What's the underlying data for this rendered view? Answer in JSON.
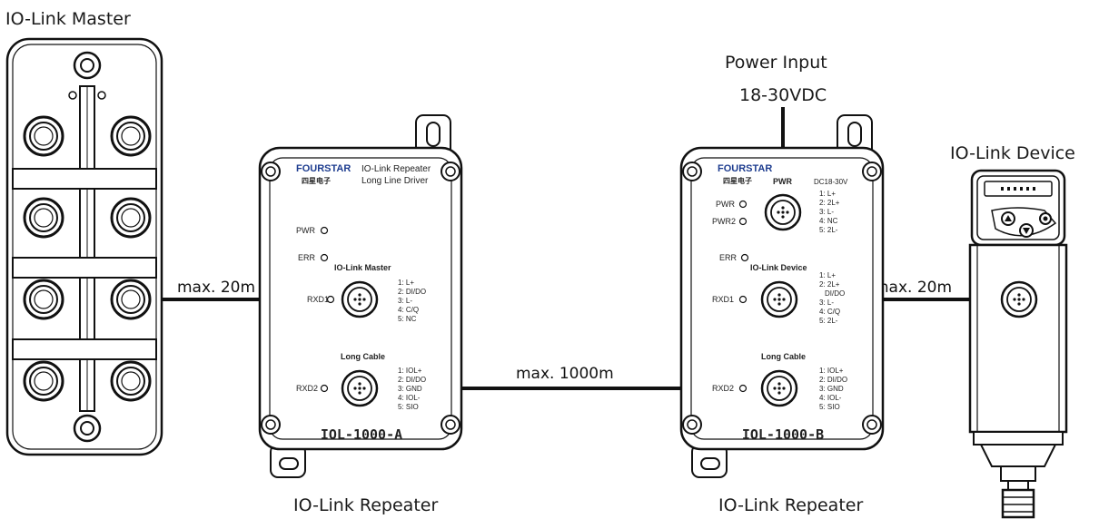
{
  "devices": {
    "master": {
      "caption": "IO-Link Master"
    },
    "repeater_a": {
      "brand": "FOURSTAR",
      "brand_cn": "四星电子",
      "line1": "IO-Link Repeater",
      "line2": "Long Line Driver",
      "led_pwr": "PWR",
      "led_err": "ERR",
      "led_rxd1": "RXD1",
      "led_rxd2": "RXD2",
      "port1_label": "IO-Link Master",
      "port1_pins": [
        "1: L+",
        "2: DI/DO",
        "3: L-",
        "4: C/Q",
        "5: NC"
      ],
      "port2_label": "Long Cable",
      "port2_pins": [
        "1: IOL+",
        "2: DI/DO",
        "3: GND",
        "4: IOL-",
        "5: SIO"
      ],
      "model": "IOL-1000-A",
      "caption": "IO-Link Repeater"
    },
    "repeater_b": {
      "brand": "FOURSTAR",
      "brand_cn": "四星电子",
      "pwr_label": "PWR",
      "dc_label": "DC18-30V",
      "pwr_pins": [
        "1: L+",
        "2: 2L+",
        "3: L-",
        "4: NC",
        "5: 2L-"
      ],
      "led_pwr": "PWR",
      "led_pwr2": "PWR2",
      "led_err": "ERR",
      "led_rxd1": "RXD1",
      "led_rxd2": "RXD2",
      "port1_label": "IO-Link Device",
      "port1_pins": [
        "1: L+",
        "2: 2L+",
        "DI/DO",
        "3: L-",
        "4: C/Q",
        "5: 2L-"
      ],
      "port2_label": "Long Cable",
      "port2_pins": [
        "1: IOL+",
        "2: DI/DO",
        "3: GND",
        "4: IOL-",
        "5: SIO"
      ],
      "model": "IOL-1000-B",
      "caption": "IO-Link Repeater"
    },
    "device": {
      "caption": "IO-Link Device"
    }
  },
  "power_input": {
    "line1": "Power Input",
    "line2": "18-30VDC"
  },
  "cables": {
    "master_to_a": "max. 20m",
    "a_to_b": "max. 1000m",
    "b_to_device": "max. 20m"
  }
}
